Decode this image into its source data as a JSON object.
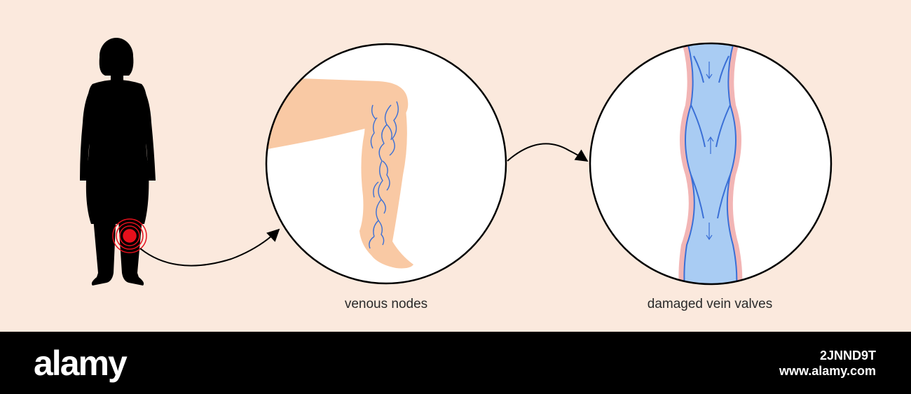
{
  "diagram": {
    "captions": {
      "venous_nodes": "venous nodes",
      "damaged_vein_valves": "damaged vein valves"
    },
    "colors": {
      "background": "#fbe9dd",
      "silhouette": "#000000",
      "pain_marker": "#e5101c",
      "skin": "#f9c9a4",
      "vein_line": "#3a6fd6",
      "vein_fill": "#a9ccf3",
      "vessel_wall": "#f2b5b5"
    },
    "icons": [
      "woman-silhouette-icon",
      "pain-target-icon",
      "leg-varicose-icon",
      "vein-valve-icon",
      "arrow-icon"
    ]
  },
  "footer": {
    "brand": "alamy",
    "image_id": "2JNND9T",
    "url": "www.alamy.com"
  }
}
